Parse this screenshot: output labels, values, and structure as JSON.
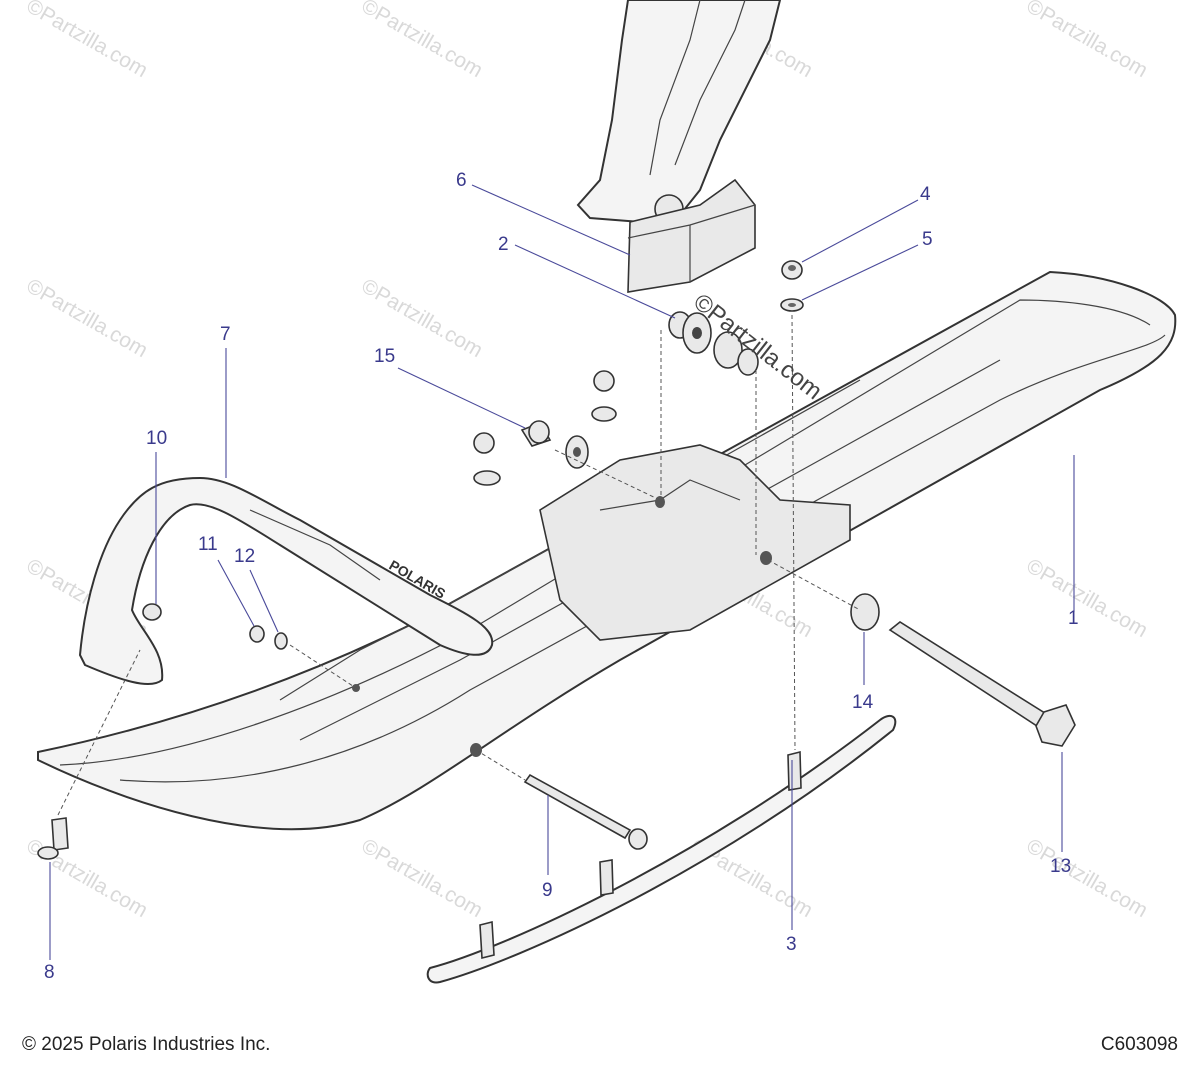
{
  "callouts": [
    {
      "id": "1",
      "label": "1"
    },
    {
      "id": "2",
      "label": "2"
    },
    {
      "id": "3",
      "label": "3"
    },
    {
      "id": "4",
      "label": "4"
    },
    {
      "id": "5",
      "label": "5"
    },
    {
      "id": "6",
      "label": "6"
    },
    {
      "id": "7",
      "label": "7"
    },
    {
      "id": "8",
      "label": "8"
    },
    {
      "id": "9",
      "label": "9"
    },
    {
      "id": "10",
      "label": "10"
    },
    {
      "id": "11",
      "label": "11"
    },
    {
      "id": "12",
      "label": "12"
    },
    {
      "id": "13",
      "label": "13"
    },
    {
      "id": "14",
      "label": "14"
    },
    {
      "id": "15",
      "label": "15"
    }
  ],
  "watermark": {
    "small": "©Partzilla.com",
    "large": "©Partzilla.com"
  },
  "ski_brand": "POLARIS",
  "footer": {
    "copyright": "© 2025 Polaris Industries Inc.",
    "drawing_code": "C603098"
  },
  "colors": {
    "callout": "#3a3a8c",
    "line_art": "#333333",
    "part_fill": "#f4f4f4"
  }
}
